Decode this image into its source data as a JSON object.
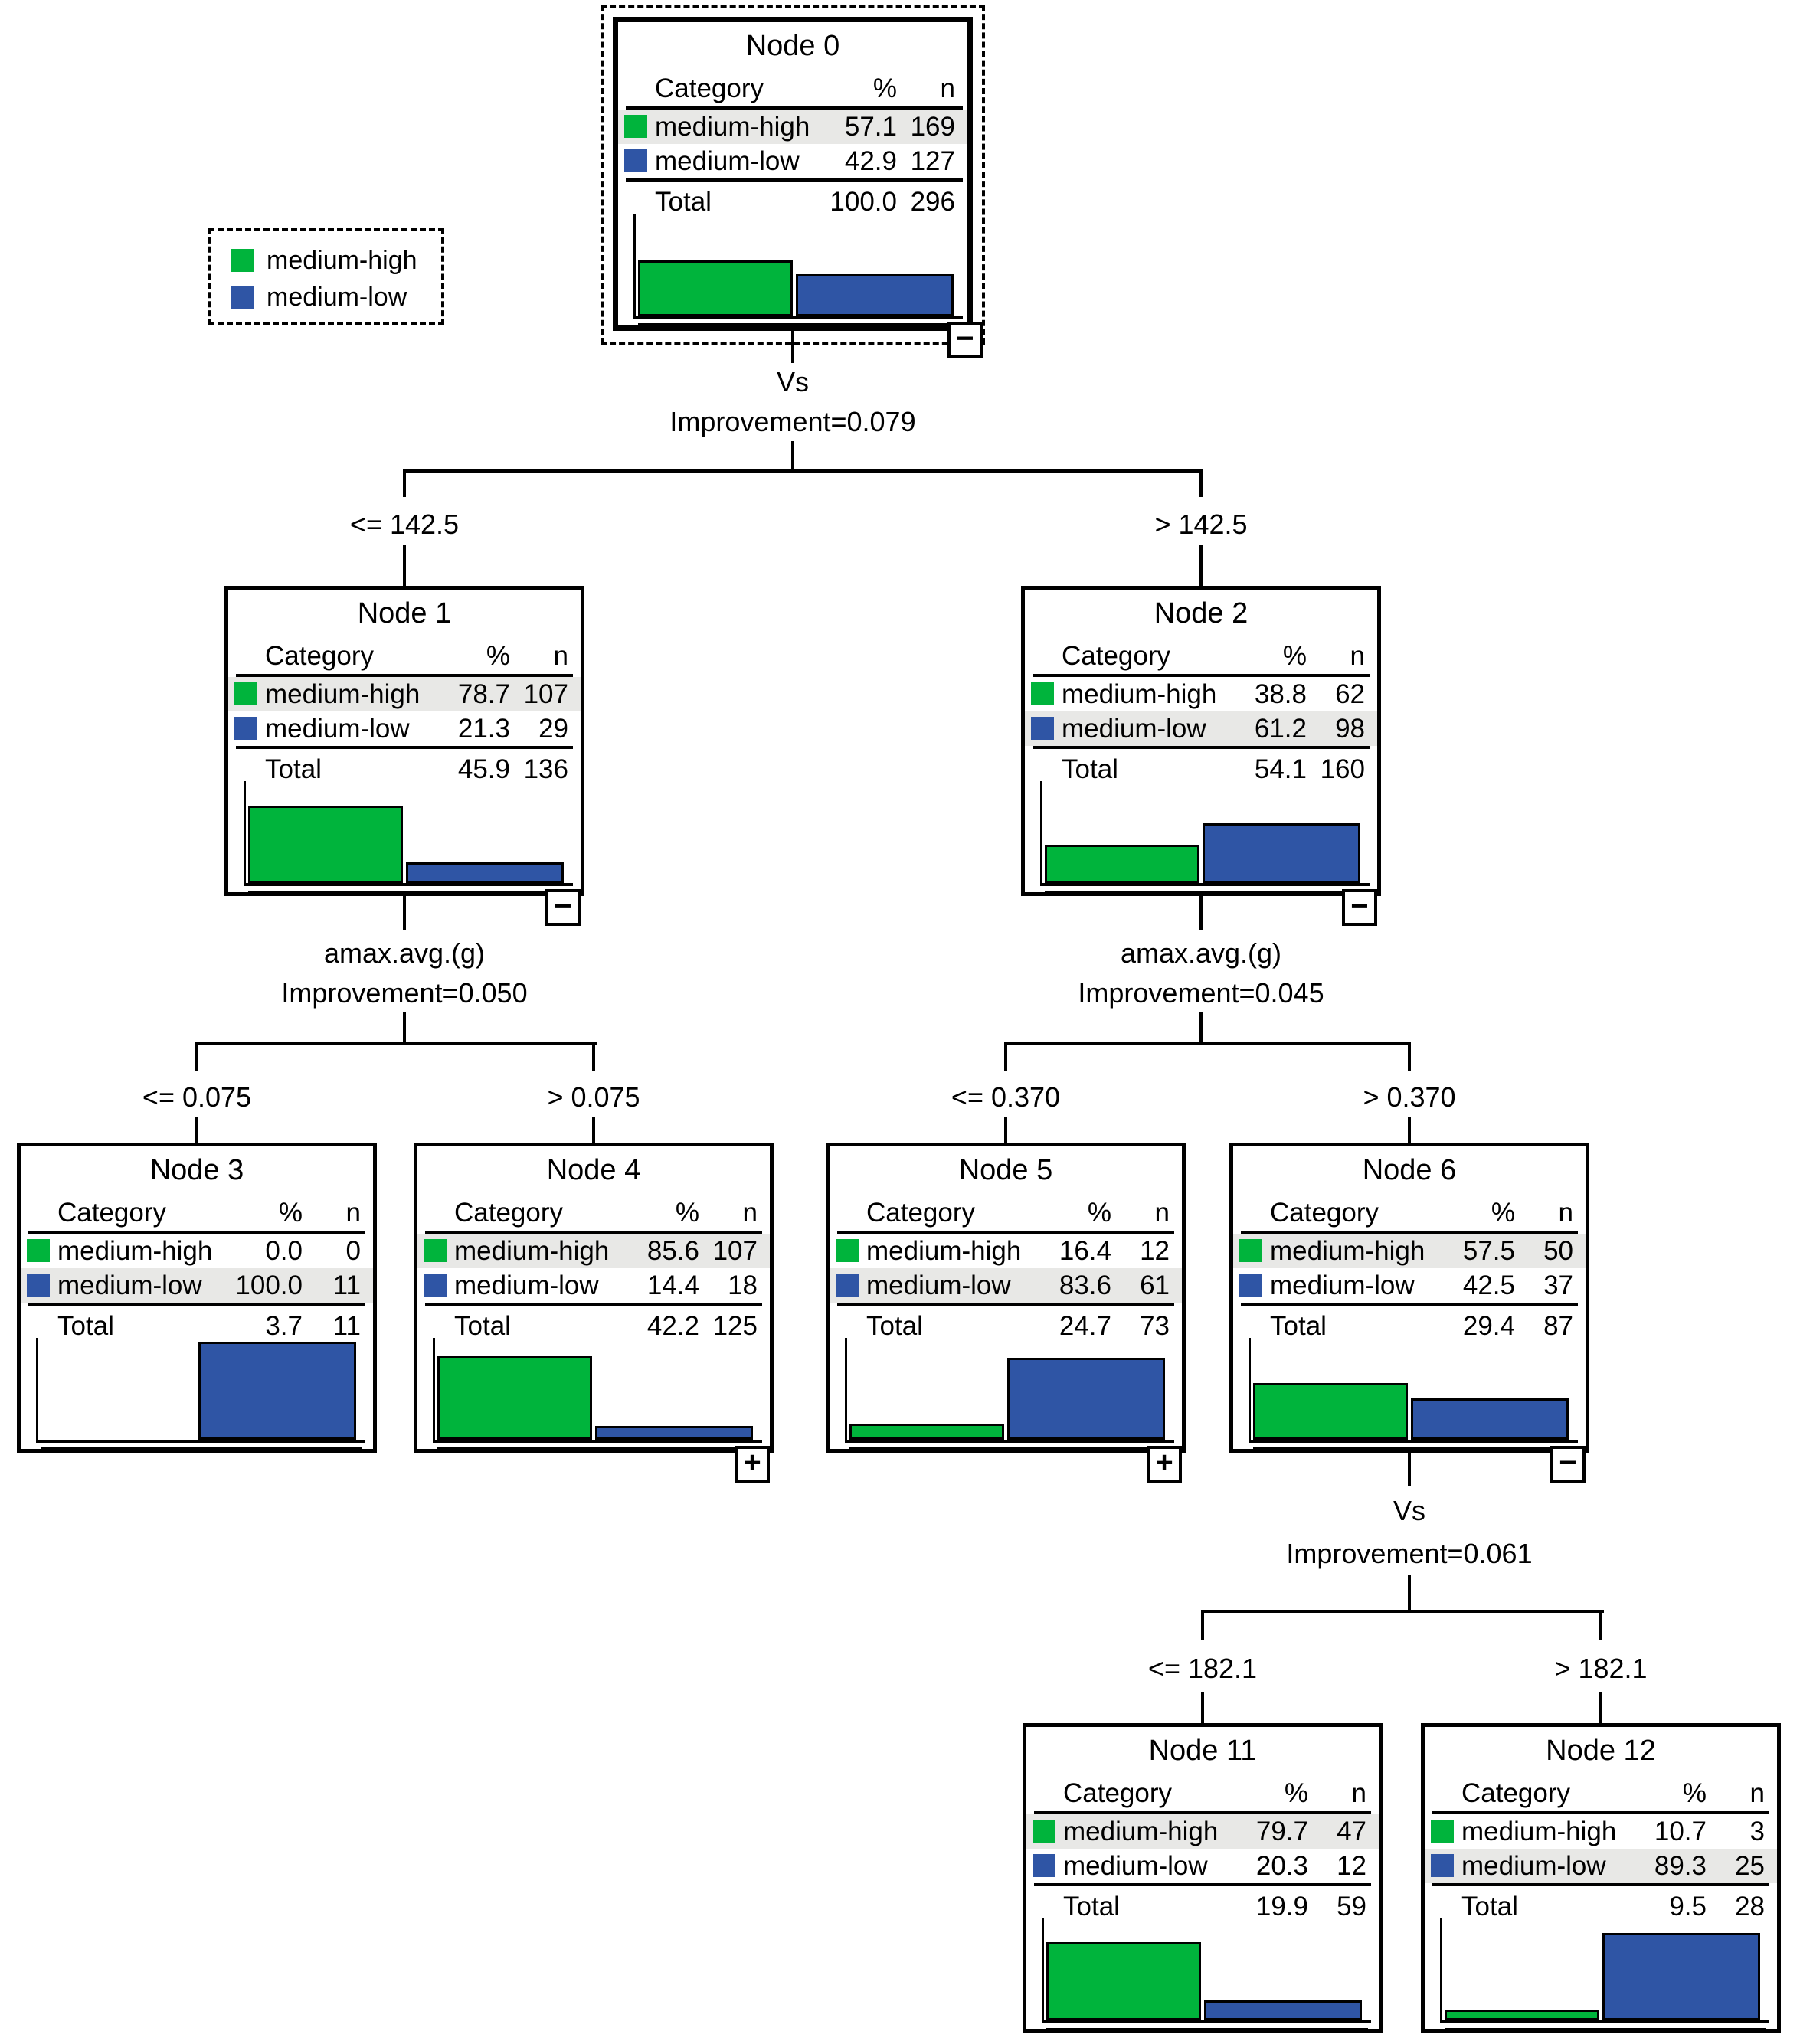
{
  "colors": {
    "green": "#00B43C",
    "blue": "#2F55A5",
    "highlight": "#E8E8E6"
  },
  "headers": {
    "category": "Category",
    "pct": "%",
    "n": "n",
    "total": "Total"
  },
  "legend": {
    "items": [
      {
        "label": "medium-high",
        "color_key": "green"
      },
      {
        "label": "medium-low",
        "color_key": "blue"
      }
    ]
  },
  "splits": {
    "s0": {
      "variable": "Vs",
      "improvement": "Improvement=0.079",
      "left": "<= 142.5",
      "right": "> 142.5"
    },
    "s1l": {
      "variable": "amax.avg.(g)",
      "improvement": "Improvement=0.050",
      "left": "<= 0.075",
      "right": "> 0.075"
    },
    "s1r": {
      "variable": "amax.avg.(g)",
      "improvement": "Improvement=0.045",
      "left": "<= 0.370",
      "right": "> 0.370"
    },
    "s2": {
      "variable": "Vs",
      "improvement": "Improvement=0.061",
      "left": "<= 182.1",
      "right": "> 182.1"
    }
  },
  "nodes": {
    "n0": {
      "title": "Node 0",
      "rows": [
        {
          "label": "medium-high",
          "pct": "57.1",
          "n": "169"
        },
        {
          "label": "medium-low",
          "pct": "42.9",
          "n": "127"
        }
      ],
      "total": {
        "pct": "100.0",
        "n": "296"
      },
      "expand": "−",
      "bar_pcts": [
        57.1,
        42.9
      ]
    },
    "n1": {
      "title": "Node 1",
      "rows": [
        {
          "label": "medium-high",
          "pct": "78.7",
          "n": "107"
        },
        {
          "label": "medium-low",
          "pct": "21.3",
          "n": "29"
        }
      ],
      "total": {
        "pct": "45.9",
        "n": "136"
      },
      "expand": "−",
      "bar_pcts": [
        78.7,
        21.3
      ]
    },
    "n2": {
      "title": "Node 2",
      "rows": [
        {
          "label": "medium-high",
          "pct": "38.8",
          "n": "62"
        },
        {
          "label": "medium-low",
          "pct": "61.2",
          "n": "98"
        }
      ],
      "total": {
        "pct": "54.1",
        "n": "160"
      },
      "expand": "−",
      "bar_pcts": [
        38.8,
        61.2
      ]
    },
    "n3": {
      "title": "Node 3",
      "rows": [
        {
          "label": "medium-high",
          "pct": "0.0",
          "n": "0"
        },
        {
          "label": "medium-low",
          "pct": "100.0",
          "n": "11"
        }
      ],
      "total": {
        "pct": "3.7",
        "n": "11"
      },
      "expand": "",
      "bar_pcts": [
        0,
        100
      ]
    },
    "n4": {
      "title": "Node 4",
      "rows": [
        {
          "label": "medium-high",
          "pct": "85.6",
          "n": "107"
        },
        {
          "label": "medium-low",
          "pct": "14.4",
          "n": "18"
        }
      ],
      "total": {
        "pct": "42.2",
        "n": "125"
      },
      "expand": "+",
      "bar_pcts": [
        85.6,
        14.4
      ]
    },
    "n5": {
      "title": "Node 5",
      "rows": [
        {
          "label": "medium-high",
          "pct": "16.4",
          "n": "12"
        },
        {
          "label": "medium-low",
          "pct": "83.6",
          "n": "61"
        }
      ],
      "total": {
        "pct": "24.7",
        "n": "73"
      },
      "expand": "+",
      "bar_pcts": [
        16.4,
        83.6
      ]
    },
    "n6": {
      "title": "Node 6",
      "rows": [
        {
          "label": "medium-high",
          "pct": "57.5",
          "n": "50"
        },
        {
          "label": "medium-low",
          "pct": "42.5",
          "n": "37"
        }
      ],
      "total": {
        "pct": "29.4",
        "n": "87"
      },
      "expand": "−",
      "bar_pcts": [
        57.5,
        42.5
      ]
    },
    "n11": {
      "title": "Node 11",
      "rows": [
        {
          "label": "medium-high",
          "pct": "79.7",
          "n": "47"
        },
        {
          "label": "medium-low",
          "pct": "20.3",
          "n": "12"
        }
      ],
      "total": {
        "pct": "19.9",
        "n": "59"
      },
      "expand": "",
      "bar_pcts": [
        79.7,
        20.3
      ]
    },
    "n12": {
      "title": "Node 12",
      "rows": [
        {
          "label": "medium-high",
          "pct": "10.7",
          "n": "3"
        },
        {
          "label": "medium-low",
          "pct": "89.3",
          "n": "25"
        }
      ],
      "total": {
        "pct": "9.5",
        "n": "28"
      },
      "expand": "",
      "bar_pcts": [
        10.7,
        89.3
      ]
    }
  }
}
